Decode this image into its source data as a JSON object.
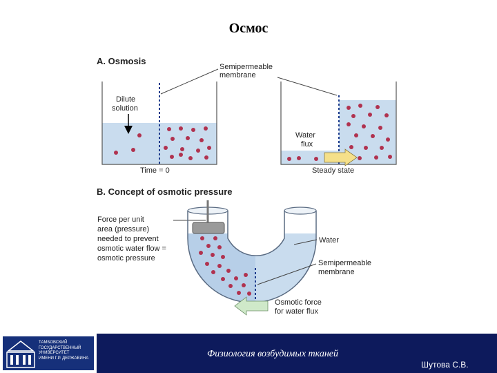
{
  "slide": {
    "title": "Осмос"
  },
  "figure": {
    "section_a": {
      "heading": "A. Osmosis",
      "membrane_label_line1": "Semipermeable",
      "membrane_label_line2": "membrane",
      "dilute_line1": "Dilute",
      "dilute_line2": "solution",
      "water_flux_line1": "Water",
      "water_flux_line2": "flux",
      "time_label": "Time = 0",
      "steady_label": "Steady state"
    },
    "section_b": {
      "heading": "B. Concept of osmotic pressure",
      "force_line1": "Force per unit",
      "force_line2": "area (pressure)",
      "force_line3": "needed to prevent",
      "force_line4": "osmotic water flow =",
      "force_line5": "osmotic pressure",
      "water_label": "Water",
      "membrane_line1": "Semipermeable",
      "membrane_line2": "membrane",
      "osmotic_force_line1": "Osmotic force",
      "osmotic_force_line2": "for water flux"
    },
    "colors": {
      "solution": "#c9dcee",
      "particle": "#b0324f",
      "membrane": "#1d3b8c",
      "flux_arrow": "#f5e08a",
      "force_arrow": "#cfe9c9"
    }
  },
  "footer": {
    "university": "ТАМБОВСКИЙ\nГОСУДАРСТВЕННЫЙ\nУНИВЕРСИТЕТ\nИМЕНИ Г.Р. ДЕРЖАВИНА",
    "course": "Физиология возбудимых тканей",
    "author": "Шутова С.В."
  }
}
